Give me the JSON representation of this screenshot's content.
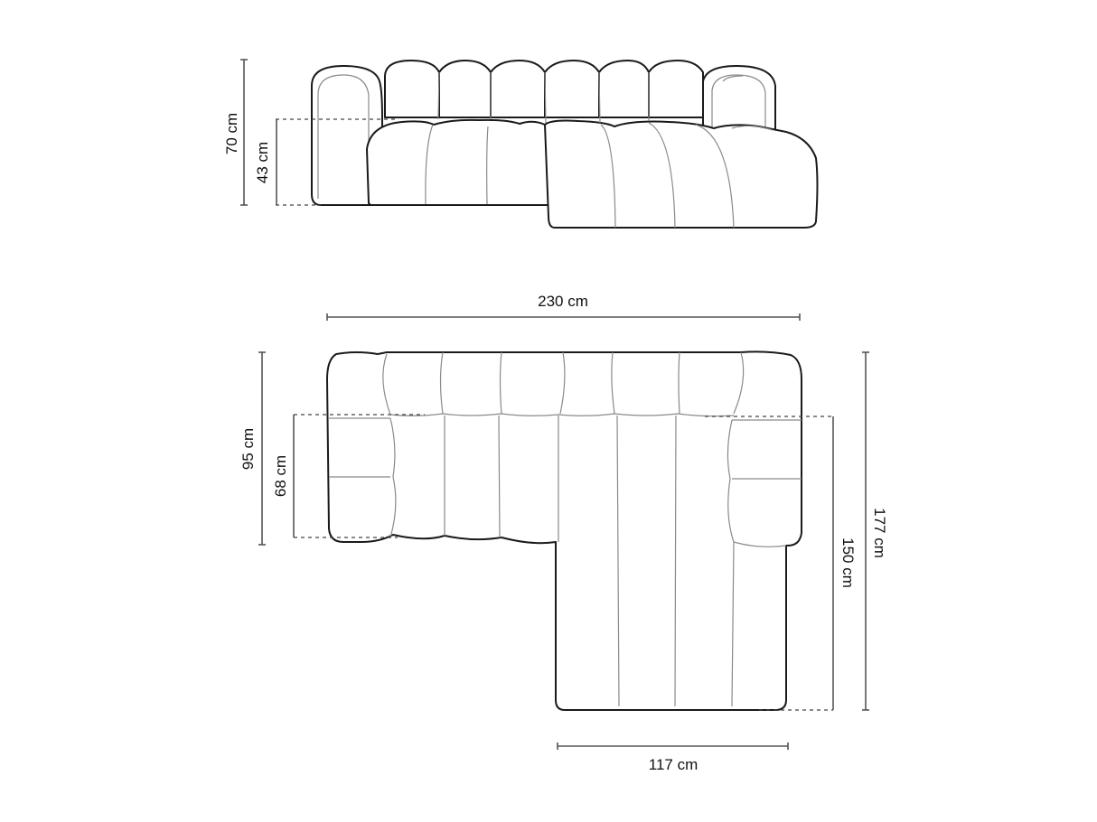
{
  "diagram": {
    "subject": "modular sofa with chaise",
    "views": {
      "front": {
        "name": "front elevation",
        "dimensions": {
          "overall_height": "70 cm",
          "seat_height": "43 cm"
        }
      },
      "top": {
        "name": "plan view",
        "dimensions": {
          "overall_width": "230 cm",
          "sofa_depth": "95 cm",
          "seat_depth": "68 cm",
          "chaise_length": "177 cm",
          "chaise_seat_length": "150 cm",
          "chaise_width": "117 cm"
        }
      }
    },
    "colors": {
      "outline": "#1a1a1a",
      "seams": "#8a8a8a",
      "dimension_lines": "#555555",
      "background": "#ffffff"
    }
  }
}
